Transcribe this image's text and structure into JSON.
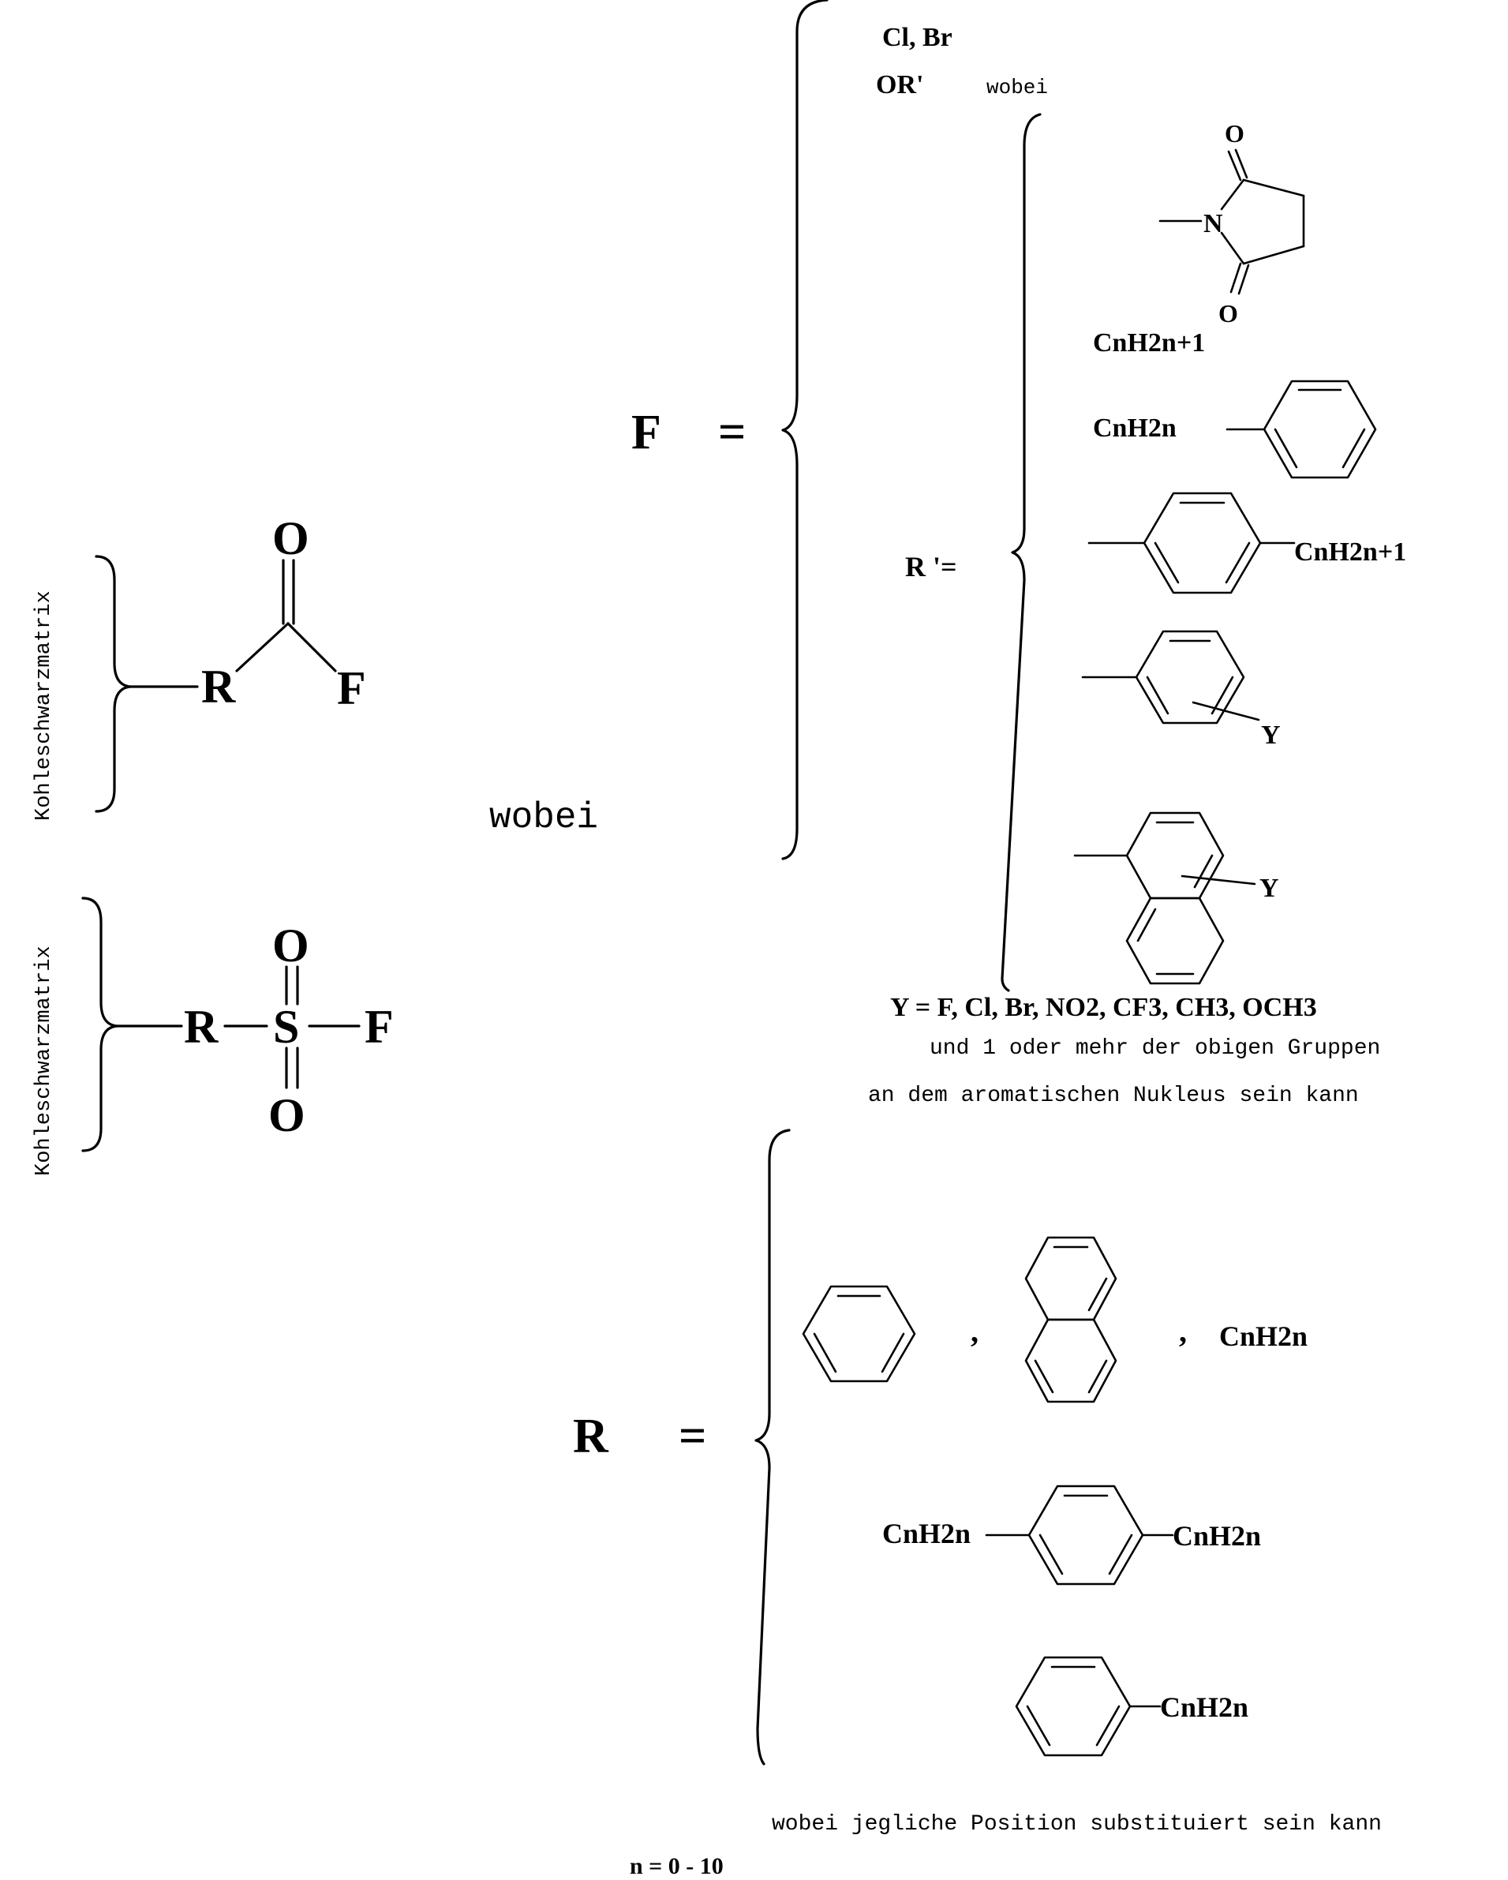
{
  "matrix_label": "Kohleschwarzmatrix",
  "struct1": {
    "R": "R",
    "O": "O",
    "F": "F"
  },
  "struct2": {
    "R": "R",
    "S": "S",
    "F": "F",
    "O_top": "O",
    "O_bottom": "O"
  },
  "wobei_main": "wobei",
  "F_def": {
    "lhs": "F",
    "eq": "=",
    "opt1": "Cl, Br",
    "opt2": "OR'",
    "wobei": "wobei",
    "succinimide": {
      "O_top": "O",
      "N": "N",
      "O_bottom": "O"
    }
  },
  "R_prime": {
    "lhs": "R '=",
    "opt1": "CnH2n+1",
    "opt2": "CnH2n",
    "opt3": "CnH2n+1",
    "Y1": "Y",
    "Y2": "Y"
  },
  "Y_def": "Y = F, Cl, Br, NO2, CF3, CH3, OCH3",
  "note_line1": "und 1 oder mehr der obigen Gruppen",
  "note_line2": "an dem aromatischen Nukleus sein kann",
  "R_def": {
    "lhs": "R",
    "eq": "=",
    "comma1": ",",
    "comma2": ",",
    "opt1": "CnH2n",
    "row2_left": "CnH2n",
    "row2_right": "CnH2n",
    "row3": "CnH2n"
  },
  "footer1": "wobei jegliche Position substituiert sein kann",
  "footer2": "n = 0 - 10"
}
